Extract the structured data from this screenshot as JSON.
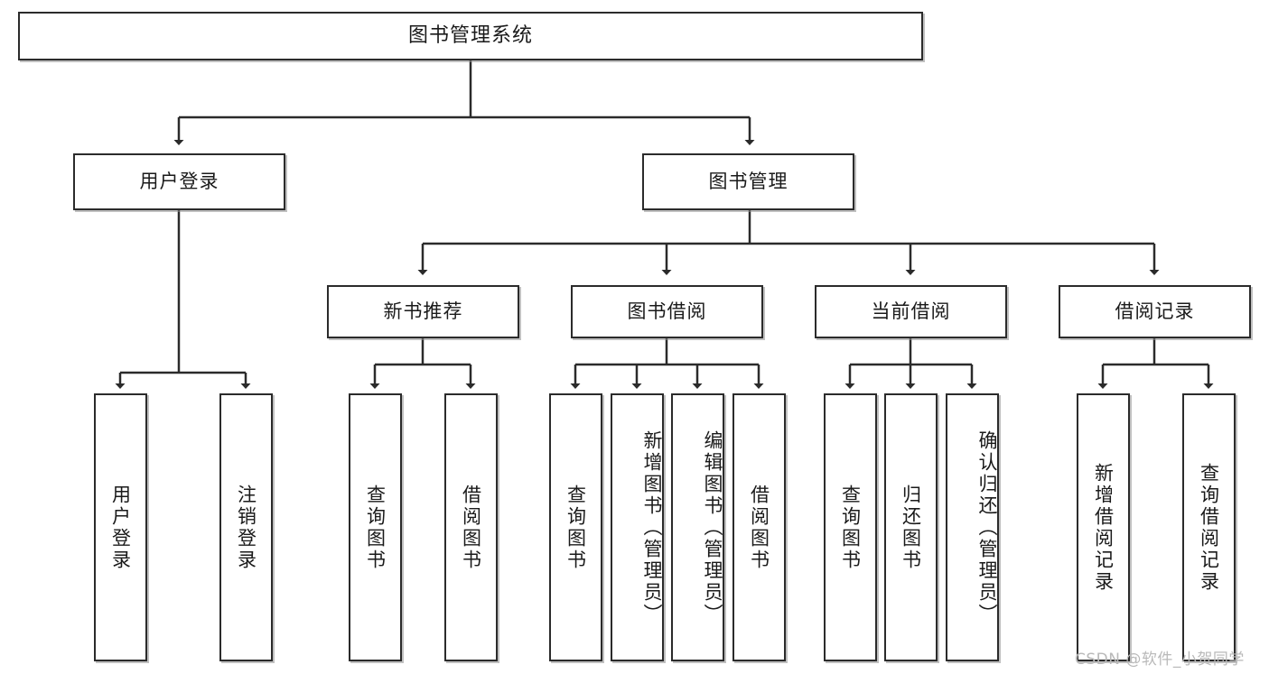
{
  "diagram": {
    "type": "tree",
    "title": "图书管理系统",
    "watermark": "CSDN @软件_小贺同学",
    "colors": {
      "box_border": "#2b2b2b",
      "box_fill": "#ffffff",
      "edge": "#2b2b2b",
      "text": "#1a1a1a",
      "watermark": "#b9b9b9"
    },
    "root": {
      "label": "图书管理系统"
    },
    "level2": [
      {
        "label": "用户登录"
      },
      {
        "label": "图书管理"
      }
    ],
    "level3": [
      {
        "label": "新书推荐"
      },
      {
        "label": "图书借阅"
      },
      {
        "label": "当前借阅"
      },
      {
        "label": "借阅记录"
      }
    ],
    "leaves": {
      "user_login": [
        {
          "label": "用户登录"
        },
        {
          "label": "注销登录"
        }
      ],
      "new_book_recommend": [
        {
          "label": "查询图书"
        },
        {
          "label": "借阅图书"
        }
      ],
      "book_borrow": [
        {
          "label": "查询图书"
        },
        {
          "label": "新增图书（管理员）"
        },
        {
          "label": "编辑图书（管理员）"
        },
        {
          "label": "借阅图书"
        }
      ],
      "current_borrow": [
        {
          "label": "查询图书"
        },
        {
          "label": "归还图书"
        },
        {
          "label": "确认归还（管理员）"
        }
      ],
      "borrow_records": [
        {
          "label": "新增借阅记录"
        },
        {
          "label": "查询借阅记录"
        }
      ]
    }
  }
}
